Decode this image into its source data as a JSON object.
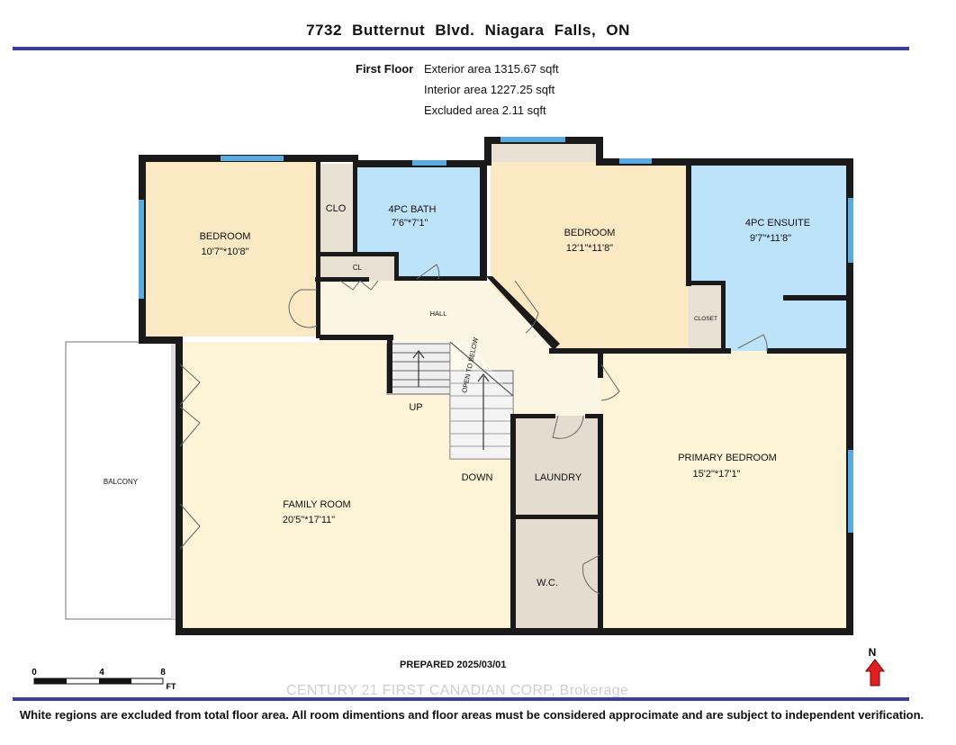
{
  "header": {
    "address": "7732  Butternut  Blvd.  Niagara Falls,  ON"
  },
  "summary": {
    "floor": "First Floor",
    "exterior": "Exterior area 1315.67 sqft",
    "interior": "Interior area 1227.25 sqft",
    "excluded": "Excluded area 2.11 sqft"
  },
  "rooms": {
    "bedroom_west": {
      "name": "BEDROOM",
      "dims": "10'7\"*10'8\""
    },
    "clo": {
      "name": "CLO"
    },
    "bath": {
      "name": "4PC BATH",
      "dims": "7'6\"*7'1\""
    },
    "cl": {
      "name": "CL"
    },
    "bedroom_center": {
      "name": "BEDROOM",
      "dims": "12'1\"*11'8\""
    },
    "ensuite": {
      "name": "4PC ENSUITE",
      "dims": "9'7\"*11'8\""
    },
    "closet": {
      "name": "CLOSET"
    },
    "hall": {
      "name": "HALL"
    },
    "open_below": {
      "name": "OPEN TO BELOW"
    },
    "up": {
      "name": "UP"
    },
    "down": {
      "name": "DOWN"
    },
    "balcony": {
      "name": "BALCONY"
    },
    "family": {
      "name": "FAMILY ROOM",
      "dims": "20'5\"*17'11\""
    },
    "laundry": {
      "name": "LAUNDRY"
    },
    "wc": {
      "name": "W.C."
    },
    "primary": {
      "name": "PRIMARY BEDROOM",
      "dims": "15'2\"*17'1\""
    }
  },
  "scale": {
    "zero": "0",
    "four": "4",
    "eight": "8",
    "unit": "FT"
  },
  "compass": {
    "label": "N"
  },
  "prepared": "PREPARED 2025/03/01",
  "watermark": "CENTURY 21 FIRST CANADIAN CORP, Brokerage",
  "footer": "White regions are excluded from total floor area.  All room dimentions and floor areas must be considered approcimate and are subject to independent verification.",
  "colors": {
    "rule": "#3b3f9e",
    "wall": "#1a1a1a",
    "window": "#5aa9df",
    "bedroom": "#fbe9c4",
    "bath": "#bde3fb",
    "closet": "#e8e0d3",
    "hall": "#fbf6e3",
    "family": "#fdf3d6",
    "laundry": "#e5dcd0",
    "compass": "#e02020"
  }
}
